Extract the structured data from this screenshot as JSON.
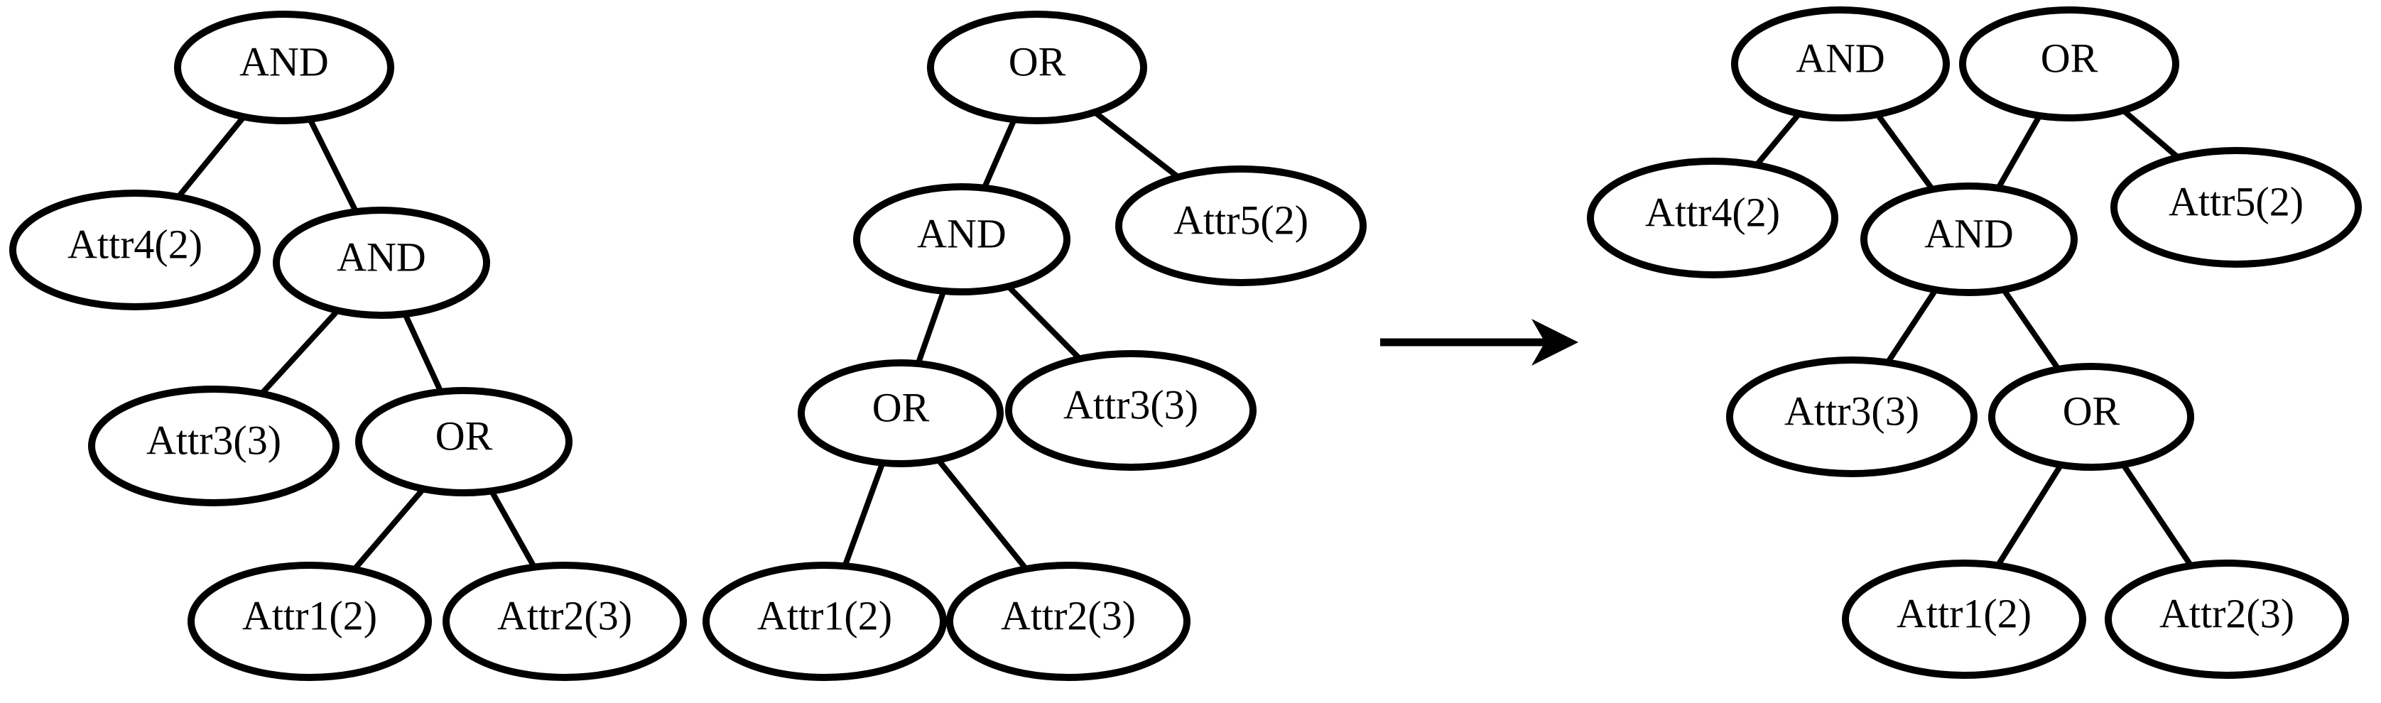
{
  "figure": {
    "colors": {
      "background": "#ffffff",
      "stroke": "#000000",
      "text": "#000000"
    },
    "arrow": {
      "icon": "right-arrow"
    },
    "trees": [
      {
        "name": "left-source-tree",
        "nodes": [
          {
            "label": "AND"
          },
          {
            "label": "Attr4(2)"
          },
          {
            "label": "AND"
          },
          {
            "label": "Attr3(3)"
          },
          {
            "label": "OR"
          },
          {
            "label": "Attr1(2)"
          },
          {
            "label": "Attr2(3)"
          }
        ],
        "edges": [
          [
            0,
            1
          ],
          [
            0,
            2
          ],
          [
            2,
            3
          ],
          [
            2,
            4
          ],
          [
            4,
            5
          ],
          [
            4,
            6
          ]
        ]
      },
      {
        "name": "middle-source-tree",
        "nodes": [
          {
            "label": "OR"
          },
          {
            "label": "AND"
          },
          {
            "label": "Attr5(2)"
          },
          {
            "label": "OR"
          },
          {
            "label": "Attr3(3)"
          },
          {
            "label": "Attr1(2)"
          },
          {
            "label": "Attr2(3)"
          }
        ],
        "edges": [
          [
            0,
            1
          ],
          [
            0,
            2
          ],
          [
            1,
            3
          ],
          [
            1,
            4
          ],
          [
            3,
            5
          ],
          [
            3,
            6
          ]
        ]
      },
      {
        "name": "merged-result-dag",
        "nodes": [
          {
            "label": "AND"
          },
          {
            "label": "OR"
          },
          {
            "label": "Attr4(2)"
          },
          {
            "label": "AND"
          },
          {
            "label": "Attr5(2)"
          },
          {
            "label": "Attr3(3)"
          },
          {
            "label": "OR"
          },
          {
            "label": "Attr1(2)"
          },
          {
            "label": "Attr2(3)"
          }
        ],
        "edges": [
          [
            0,
            2
          ],
          [
            0,
            3
          ],
          [
            1,
            3
          ],
          [
            1,
            4
          ],
          [
            3,
            5
          ],
          [
            3,
            6
          ],
          [
            6,
            7
          ],
          [
            6,
            8
          ]
        ]
      }
    ]
  }
}
